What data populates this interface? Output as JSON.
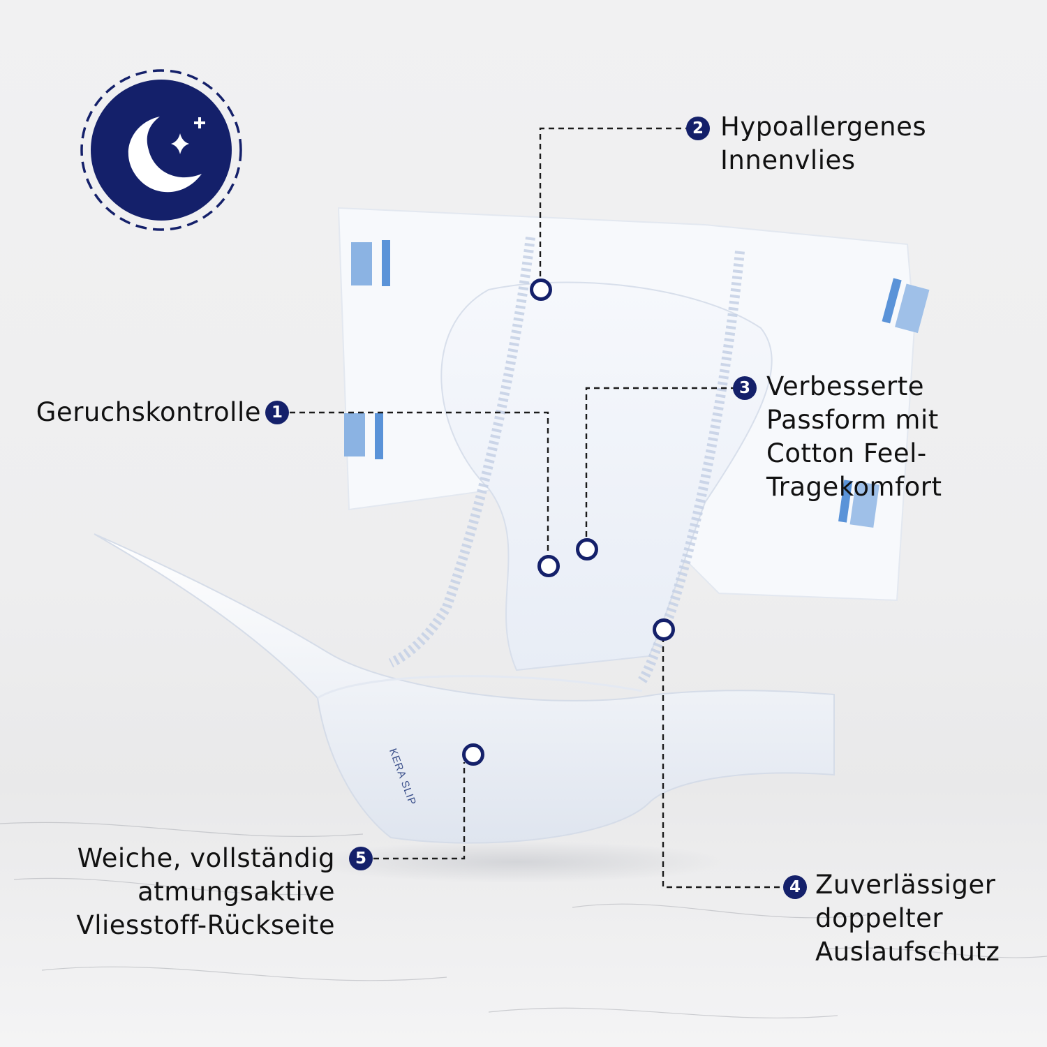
{
  "badge": {
    "icon": "moon-stars-icon",
    "color": "#14206a",
    "meaning": "night"
  },
  "product": {
    "brand_print": "KERA SLIP"
  },
  "accent_color": "#14206a",
  "features": [
    {
      "number": "1",
      "lines": [
        "Geruchskontrolle"
      ]
    },
    {
      "number": "2",
      "lines": [
        "Hypoallergenes",
        "Innenvlies"
      ]
    },
    {
      "number": "3",
      "lines": [
        "Verbesserte",
        "Passform mit",
        "Cotton Feel-",
        "Tragekomfort"
      ]
    },
    {
      "number": "4",
      "lines": [
        "Zuverlässiger",
        "doppelter",
        "Auslaufschutz"
      ]
    },
    {
      "number": "5",
      "lines": [
        "Weiche, vollständig",
        "atmungsaktive",
        "Vliesstoff-Rückseite"
      ]
    }
  ]
}
